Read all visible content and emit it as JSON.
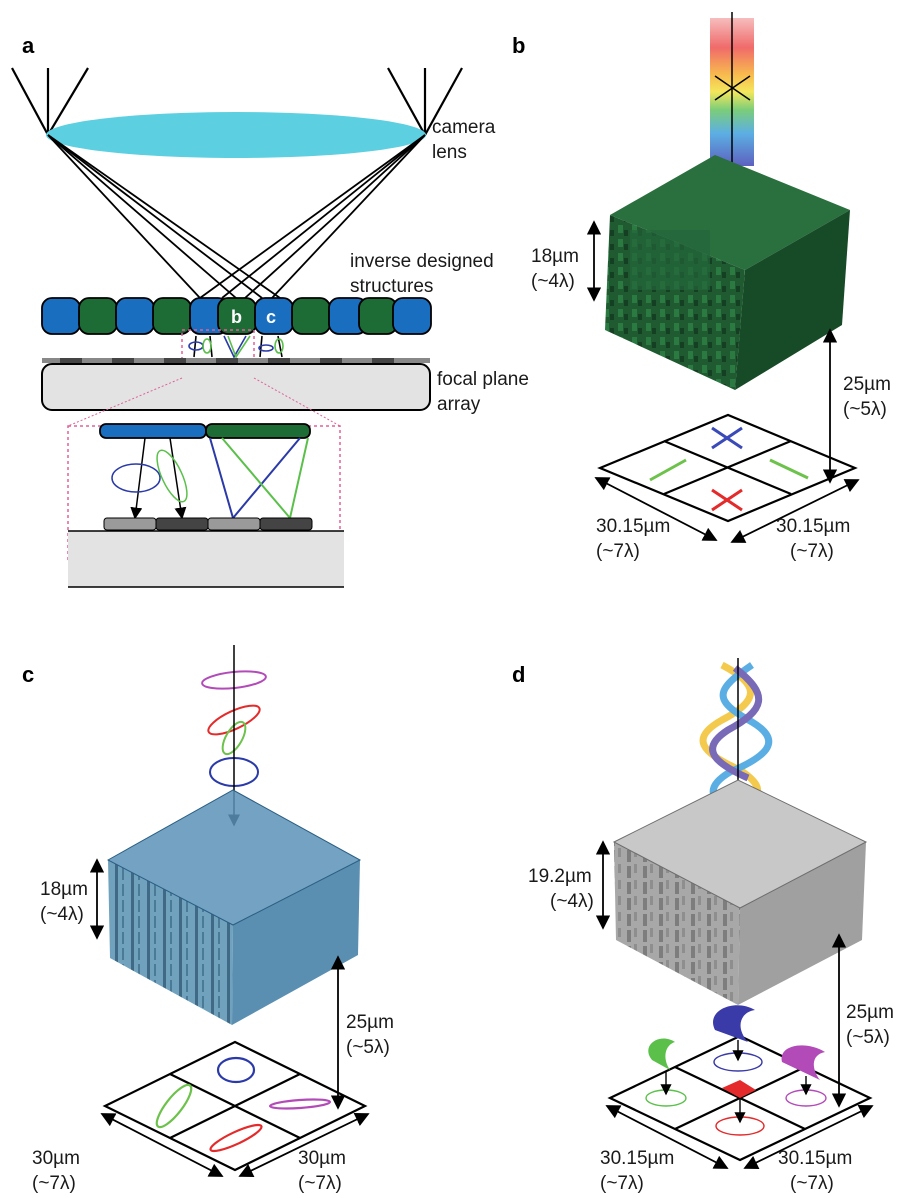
{
  "panels": {
    "a": {
      "label": "a",
      "lens_label_1": "camera",
      "lens_label_2": "lens",
      "structures_label_1": "inverse designed",
      "structures_label_2": "structures",
      "fpa_label_1": "focal plane",
      "fpa_label_2": "array",
      "pixel_b": "b",
      "pixel_c": "c",
      "pixel_colors": [
        "blue",
        "green",
        "blue",
        "green",
        "blue",
        "green",
        "blue",
        "green",
        "blue",
        "green",
        "blue"
      ],
      "colors": {
        "blue": "#1a6ec0",
        "green": "#1d6b35",
        "lens": "#5ccfe0",
        "box": "#e0609a"
      }
    },
    "b": {
      "label": "b",
      "height_1": "18µm",
      "height_2": "(~4λ)",
      "gap_1": "25µm",
      "gap_2": "(~5λ)",
      "width_left_1": "30.15µm",
      "width_left_2": "(~7λ)",
      "width_right_1": "30.15µm",
      "width_right_2": "(~7λ)",
      "cube_color": "#1f5a30"
    },
    "c": {
      "label": "c",
      "height_1": "18µm",
      "height_2": "(~4λ)",
      "gap_1": "25µm",
      "gap_2": "(~5λ)",
      "width_left_1": "30µm",
      "width_left_2": "(~7λ)",
      "width_right_1": "30µm",
      "width_right_2": "(~7λ)",
      "cube_color": "#2f6f95"
    },
    "d": {
      "label": "d",
      "height_1": "19.2µm",
      "height_2": "(~4λ)",
      "gap_1": "25µm",
      "gap_2": "(~5λ)",
      "width_left_1": "30.15µm",
      "width_left_2": "(~7λ)",
      "width_right_1": "30.15µm",
      "width_right_2": "(~7λ)",
      "cube_color": "#9a9a9a"
    }
  }
}
